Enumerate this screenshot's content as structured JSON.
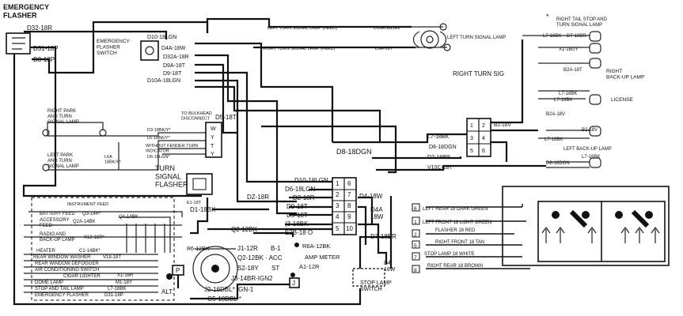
{
  "components": {
    "emergency_flasher": "EMERGENCY\nFLASHER",
    "emergency_flasher_switch": "EMERGENCY\nFLASHER\nSWITCH",
    "turn_signal_flasher": "TURN\nSIGNAL\nFLASHER",
    "left_turn_signal_lamp": "LEFT TURN SIGNAL LAMP",
    "right_turn_sig": "RIGHT TURN SIG",
    "right_tail_stop_turn": "RIGHT TAIL STOP AND\nTURN SIGNAL LAMP",
    "right_backup_lamp": "RIGHT\nBACK-UP LAMP",
    "license": "LICENSE",
    "left_backup_lamp": "LEFT BACK-UP LAMP",
    "right_park_turn": "RIGHT PARK\nAND TURN\nSIGNAL LAMP",
    "left_park_turn": "LEFT PARK\nAND TURN\nSIGNAL LAMP",
    "bulkhead": "TO BULKHEAD\nDISCONNECT",
    "amp_meter": "AMP METER",
    "stop_lamp_switch": "STOP LAMP\nSWITCH",
    "alt": "ALT.",
    "instrument_feed": "INSTRUMENT FEED"
  },
  "wire_labels": {
    "d32": "D32-18R",
    "d31": "D31-18P",
    "d3": "D3-18P",
    "sw_d10": "D10-18LGN",
    "sw_d4a": "D4A-18W",
    "sw_d32a": "D32A-18R",
    "sw_d9a": "D9A-18T",
    "sw_d9": "D9-18T",
    "sw_d10a": "D10A-18LGN",
    "lt_feed": "LEFT TURN SIGNAL LAMP (FEED)",
    "lt_feed_code": "D10A-18LGN",
    "rt_feed": "RIGHT TURN SIGNAL LAMP (FEED)",
    "rt_feed_code": "D9A-18T",
    "d5": "D5-18T",
    "d8_top": "D8-18DGN",
    "ts_d10": "D10-18LGN",
    "ts_d6": "D6-18LGN",
    "ts_d2": "D2-18R",
    "ts_d9": "D9-18T",
    "ts_d5": "D5-18T",
    "ts_g3": "(3-18BK",
    "ts_e2b": "E2B-18 O",
    "d4_18w": "D4-18W",
    "d4a_18w": "D4A\n18W",
    "d7_18br": "D7-18BR",
    "d4_18w_low": "D4\n18W",
    "dz": "DZ-18R",
    "e1": "E1-18T",
    "d1": "D1-18BK",
    "q2": "Q2-12BK",
    "r6": "R6-12BK",
    "r6a": "R6A-12BK",
    "a1": "A1-12R",
    "l7_18bk": "L7-18BK",
    "d8_18dgn": "D8-18DGN",
    "v10c": "V10C-18T",
    "l7_top": "L7-18BK",
    "d7_top": "D7-18BR",
    "x1": "X1-18GY",
    "b2a": "B2A-18T",
    "l7_mid": "L7-18BK",
    "b2_18v": "B2-18V",
    "b2a_18v": "B2A-18V",
    "l7_lic": "L7-18BK",
    "l7_left": "L7-18BK",
    "d8_bot": "D8-18DGN",
    "l7_bot": "L7-18BK",
    "b2_right": "B2-18V",
    "d3_bk": "D3-18BK/Y*",
    "l6_bk": "L6-18BK/Y*",
    "without_fender": "WITHOUT FENDER TURN\nINDICATOR",
    "d6_lgn": "D6-18LGN*",
    "l6a": "L6A\n18BK/Y*",
    "d7_lb": "D7-18BR",
    "d8_lb": "D8-18DGN",
    "ign_j1": "J1-12R",
    "ign_b1": "B-1",
    "ign_q2": "Q2-12BK · ACC",
    "ign_s2": "S2-18Y",
    "ign_st": "ST",
    "ign_j3": "J3-14BR-IGN2",
    "ign_j2": "J2-16DBL* IGN-1",
    "ign_g5": "G5-18DBL *"
  },
  "fuse_panel": {
    "battery_feed": "BATTERY FEED",
    "battery_code": "Q3-14R*",
    "accessory_feed": "ACCESSORY\nFEED",
    "accessory_code": "Q2A-14BK",
    "radio": "RADIO AND\nBACK-UP LAMP",
    "radio_code": "X12-18R*",
    "q4": "Q4-14BK",
    "heater": "HEATER",
    "heater_code": "C1-14BK*",
    "rear_washer": "REAR WINDOW WASHER",
    "rear_washer_code": "V18-18T",
    "rear_defogger": "REAR WINDOW DEFOGGER",
    "ac_switch": "AIR CONDITIONING SWITCH",
    "x1_16r": "X1-16R",
    "cigar": "CIGAR LIGHTER",
    "dome": "DOME LAMP",
    "dome_code": "M1-18Y",
    "stop_tail": "STOP AND TAIL LAMP",
    "stop_tail_code": "L7-18BK",
    "emergency": "EMERGENCY FLASHER",
    "emergency_code": "D31-18P"
  },
  "connector_pins": [
    "1",
    "2",
    "3",
    "4",
    "5",
    "6",
    "7",
    "8",
    "9",
    "10"
  ],
  "legend": [
    {
      "num": "6",
      "text": "LEFT REAR 18 DARK GREEN"
    },
    {
      "num": "1",
      "text": "LEFT FRONT 18 LIGHT GREEN"
    },
    {
      "num": "2",
      "text": "FLASHER 18 RED"
    },
    {
      "num": "5",
      "text": "RIGHT FRONT 18 TAN"
    },
    {
      "num": "7",
      "text": "STOP LAMP 18 WHITE"
    },
    {
      "num": "8",
      "text": "RIGHT REAR 18 BROWN"
    }
  ],
  "small_pins": [
    "1",
    "2",
    "3",
    "4",
    "5",
    "6"
  ],
  "misc": {
    "p": "P",
    "j": "J",
    "star": "*",
    "bulkhead_box": [
      "W",
      "Y",
      "T",
      "Y"
    ]
  }
}
